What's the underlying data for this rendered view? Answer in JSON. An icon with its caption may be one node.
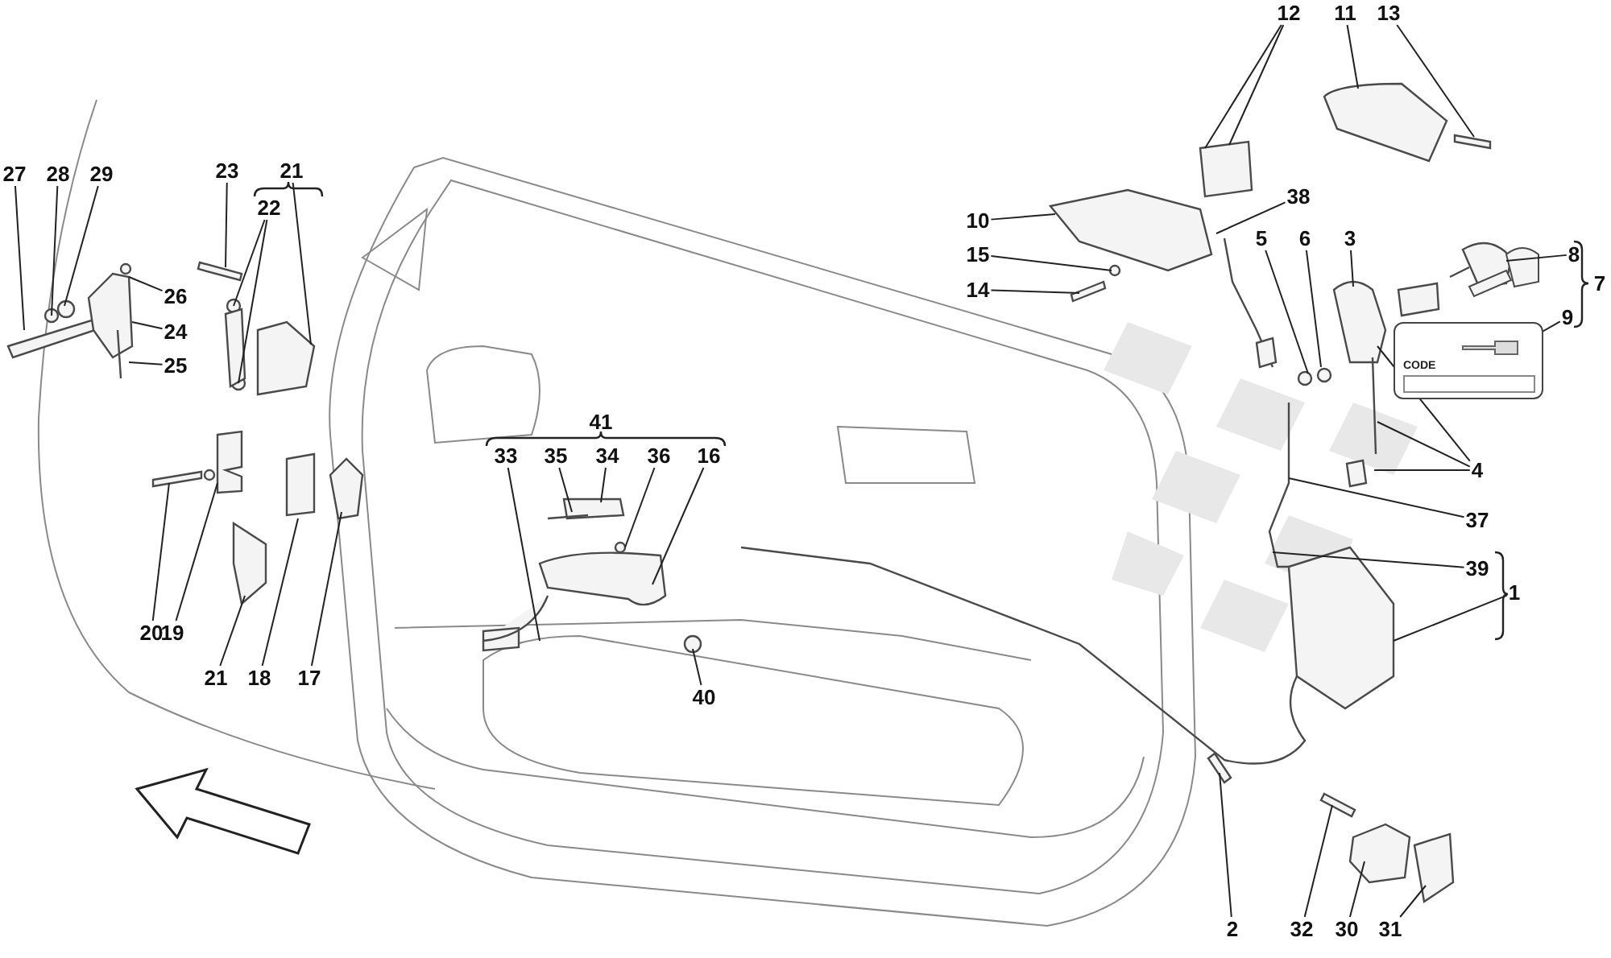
{
  "diagram": {
    "nodes": [
      {
        "text": [
          "27"
        ]
      },
      {
        "text": [
          "28"
        ]
      },
      {
        "text": [
          "29"
        ]
      },
      {
        "text": [
          "23"
        ]
      },
      {
        "text": [
          "21"
        ]
      },
      {
        "text": [
          "22"
        ]
      },
      {
        "text": [
          "26"
        ]
      },
      {
        "text": [
          "24"
        ]
      },
      {
        "text": [
          "25"
        ]
      },
      {
        "text": [
          "33"
        ]
      },
      {
        "text": [
          "35"
        ]
      },
      {
        "text": [
          "34"
        ]
      },
      {
        "text": [
          "36"
        ]
      },
      {
        "text": [
          "16"
        ]
      },
      {
        "text": [
          "20"
        ]
      },
      {
        "text": [
          "19"
        ]
      },
      {
        "text": [
          "21"
        ]
      },
      {
        "text": [
          "18"
        ]
      },
      {
        "text": [
          "17"
        ]
      },
      {
        "text": [
          "40"
        ]
      },
      {
        "text": [
          "12"
        ]
      },
      {
        "text": [
          "11"
        ]
      },
      {
        "text": [
          "13"
        ]
      },
      {
        "text": [
          "10"
        ]
      },
      {
        "text": [
          "15"
        ]
      },
      {
        "text": [
          "14"
        ]
      },
      {
        "text": [
          "38"
        ]
      },
      {
        "text": [
          "5"
        ]
      },
      {
        "text": [
          "6"
        ]
      },
      {
        "text": [
          "3"
        ]
      },
      {
        "text": [
          "8"
        ]
      },
      {
        "text": [
          "9"
        ]
      },
      {
        "text": [
          "4"
        ]
      },
      {
        "text": [
          "37"
        ]
      },
      {
        "text": [
          "39"
        ]
      },
      {
        "text": [
          "1"
        ]
      },
      {
        "text": [
          "2"
        ]
      },
      {
        "text": [
          "32"
        ]
      },
      {
        "text": [
          "30"
        ]
      },
      {
        "text": [
          "31"
        ]
      }
    ],
    "edges": [
      {
        "from": 0,
        "to": null,
        "arrow": "none"
      },
      {
        "from": 1,
        "to": null,
        "arrow": "none"
      },
      {
        "from": 2,
        "to": null,
        "arrow": "none"
      },
      {
        "from": 3,
        "to": null,
        "arrow": "none"
      },
      {
        "from": 4,
        "to": null,
        "arrow": "none"
      },
      {
        "from": 5,
        "to": null,
        "arrow": "none"
      },
      {
        "from": 5,
        "to": null,
        "arrow": "none"
      },
      {
        "from": 6,
        "to": null,
        "arrow": "none"
      },
      {
        "from": 7,
        "to": null,
        "arrow": "none"
      },
      {
        "from": 8,
        "to": null,
        "arrow": "none"
      },
      {
        "from": 9,
        "to": null,
        "arrow": "none"
      },
      {
        "from": 10,
        "to": null,
        "arrow": "none"
      },
      {
        "from": 11,
        "to": null,
        "arrow": "none"
      },
      {
        "from": 12,
        "to": null,
        "arrow": "none"
      },
      {
        "from": 13,
        "to": null,
        "arrow": "none"
      },
      {
        "from": 14,
        "to": null,
        "arrow": "none"
      },
      {
        "from": 15,
        "to": null,
        "arrow": "none"
      },
      {
        "from": 16,
        "to": null,
        "arrow": "none"
      },
      {
        "from": 17,
        "to": null,
        "arrow": "none"
      },
      {
        "from": 18,
        "to": null,
        "arrow": "none"
      },
      {
        "from": 19,
        "to": null,
        "arrow": "none"
      },
      {
        "from": 20,
        "to": null,
        "arrow": "none"
      },
      {
        "from": 20,
        "to": null,
        "arrow": "none"
      },
      {
        "from": 21,
        "to": null,
        "arrow": "none"
      },
      {
        "from": 22,
        "to": null,
        "arrow": "none"
      },
      {
        "from": 23,
        "to": null,
        "arrow": "none"
      },
      {
        "from": 24,
        "to": null,
        "arrow": "none"
      },
      {
        "from": 25,
        "to": null,
        "arrow": "none"
      },
      {
        "from": 26,
        "to": null,
        "arrow": "none"
      },
      {
        "from": 27,
        "to": null,
        "arrow": "none"
      },
      {
        "from": 28,
        "to": null,
        "arrow": "none"
      },
      {
        "from": 29,
        "to": null,
        "arrow": "none"
      },
      {
        "from": 30,
        "to": null,
        "arrow": "none"
      },
      {
        "from": 31,
        "to": null,
        "arrow": "none"
      },
      {
        "from": 32,
        "to": null,
        "arrow": "none"
      },
      {
        "from": 32,
        "to": null,
        "arrow": "none"
      },
      {
        "from": 32,
        "to": null,
        "arrow": "none"
      },
      {
        "from": 33,
        "to": null,
        "arrow": "none"
      },
      {
        "from": 34,
        "to": null,
        "arrow": "none"
      },
      {
        "from": 35,
        "to": null,
        "arrow": "none"
      },
      {
        "from": 36,
        "to": null,
        "arrow": "none"
      },
      {
        "from": 37,
        "to": null,
        "arrow": "none"
      },
      {
        "from": 38,
        "to": null,
        "arrow": "none"
      },
      {
        "from": 39,
        "to": null,
        "arrow": "none"
      }
    ],
    "labels": [
      "41",
      "7",
      "CODE"
    ]
  }
}
